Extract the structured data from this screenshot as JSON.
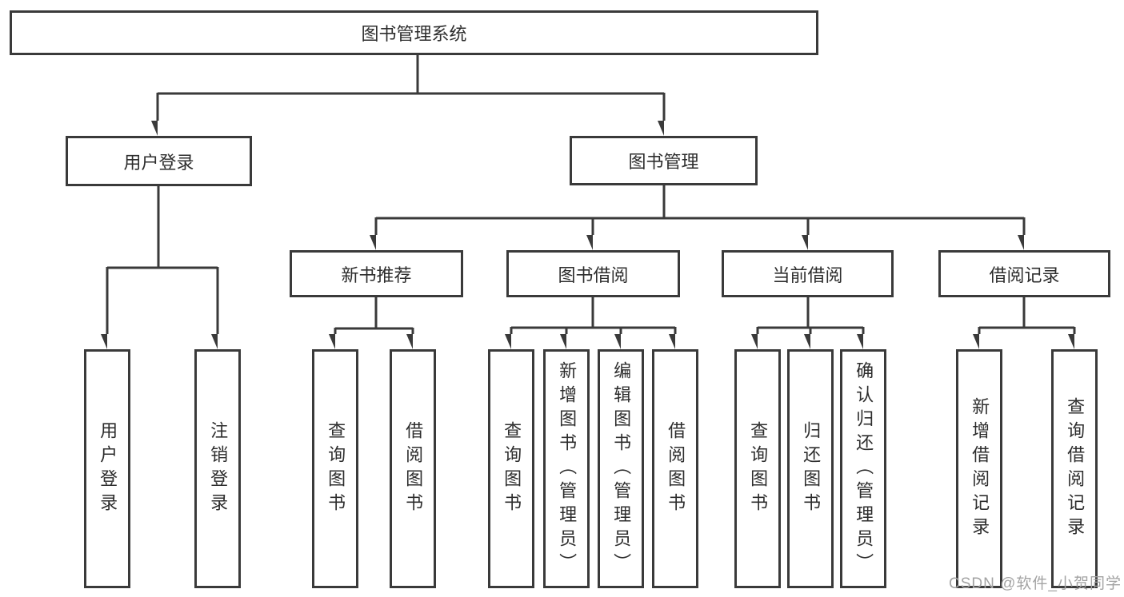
{
  "diagram": {
    "root": {
      "label": "图书管理系统"
    },
    "level2": {
      "user_login": {
        "label": "用户登录"
      },
      "book_mgmt": {
        "label": "图书管理"
      }
    },
    "level3": {
      "new_book": {
        "label": "新书推荐"
      },
      "book_borrow": {
        "label": "图书借阅"
      },
      "current_borrow": {
        "label": "当前借阅"
      },
      "borrow_records": {
        "label": "借阅记录"
      }
    },
    "leaves": {
      "user_login": {
        "label": "用户登录"
      },
      "logout": {
        "label": "注销登录"
      },
      "nb_query": {
        "label": "查询图书"
      },
      "nb_borrow": {
        "label": "借阅图书"
      },
      "bb_query": {
        "label": "查询图书"
      },
      "bb_add": {
        "label": "新增图书（管理员）"
      },
      "bb_edit": {
        "label": "编辑图书（管理员）"
      },
      "bb_borrow": {
        "label": "借阅图书"
      },
      "cb_query": {
        "label": "查询图书"
      },
      "cb_return": {
        "label": "归还图书"
      },
      "cb_confirm": {
        "label": "确认归还（管理员）"
      },
      "br_add": {
        "label": "新增借阅记录"
      },
      "br_query": {
        "label": "查询借阅记录"
      }
    }
  },
  "watermark": {
    "text": "CSDN @软件_小贺同学"
  },
  "colors": {
    "line": "#3a3a3a",
    "text": "#2d2d2d",
    "watermark": "#a3a3a3",
    "background": "#ffffff"
  }
}
